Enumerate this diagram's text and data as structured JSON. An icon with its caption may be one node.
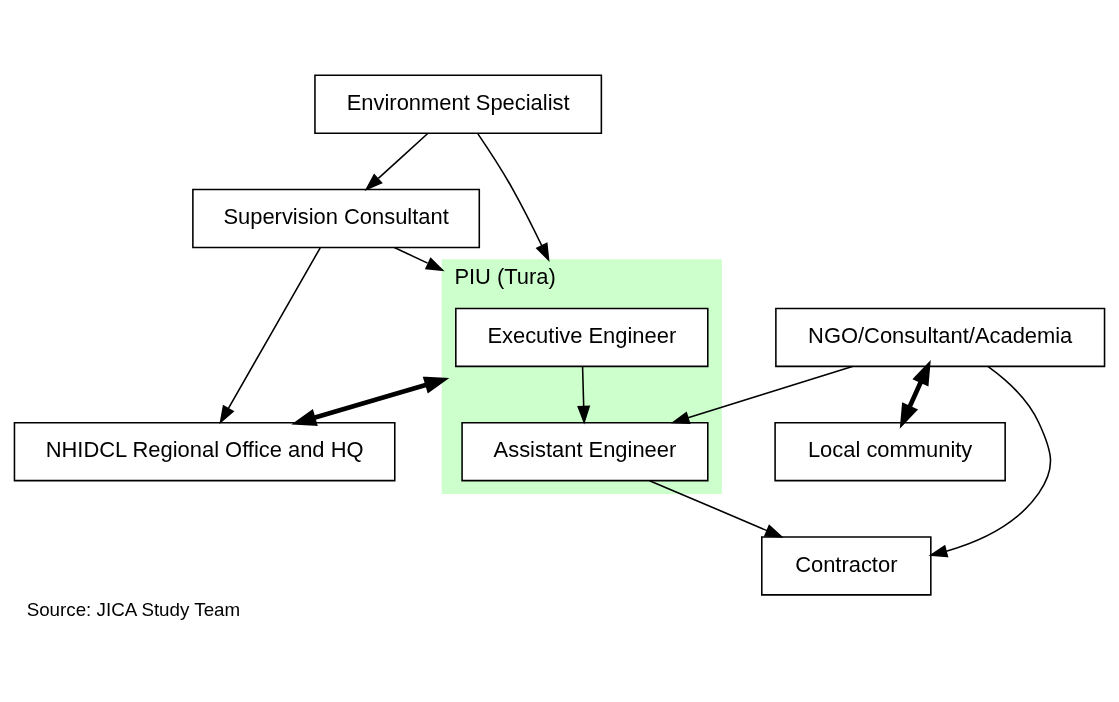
{
  "diagram": {
    "caption": "Source: JICA Study Team",
    "nodes": [
      {
        "text": [
          "PIU (Tura)"
        ]
      },
      {
        "text": [
          "NHIDCL Regional Office and HQ"
        ]
      },
      {
        "text": [
          "Executive Engineer"
        ],
        "in": 0
      },
      {
        "text": [
          "Assistant Engineer"
        ],
        "in": 0
      },
      {
        "text": [
          "Supervision Consultant"
        ]
      },
      {
        "text": [
          "Environment Specialist"
        ]
      },
      {
        "text": [
          "Contractor"
        ]
      },
      {
        "text": [
          "NGO/Consultant/Academia"
        ]
      },
      {
        "text": [
          "Local community"
        ]
      }
    ],
    "edges": [
      {
        "from": 0,
        "to": 1,
        "arrow": "both",
        "style": "thick"
      },
      {
        "from": 4,
        "to": 1,
        "arrow": "to"
      },
      {
        "from": 5,
        "to": 4,
        "arrow": "to"
      },
      {
        "from": 4,
        "to": 0,
        "arrow": "to"
      },
      {
        "from": 5,
        "to": 0,
        "arrow": "to"
      },
      {
        "from": 2,
        "to": 3,
        "arrow": "to"
      },
      {
        "from": 3,
        "to": 6,
        "arrow": "to"
      },
      {
        "from": 7,
        "to": 3,
        "arrow": "to"
      },
      {
        "from": 7,
        "to": 6,
        "arrow": "to"
      },
      {
        "from": 7,
        "to": 8,
        "arrow": "both",
        "style": "thick"
      }
    ]
  }
}
